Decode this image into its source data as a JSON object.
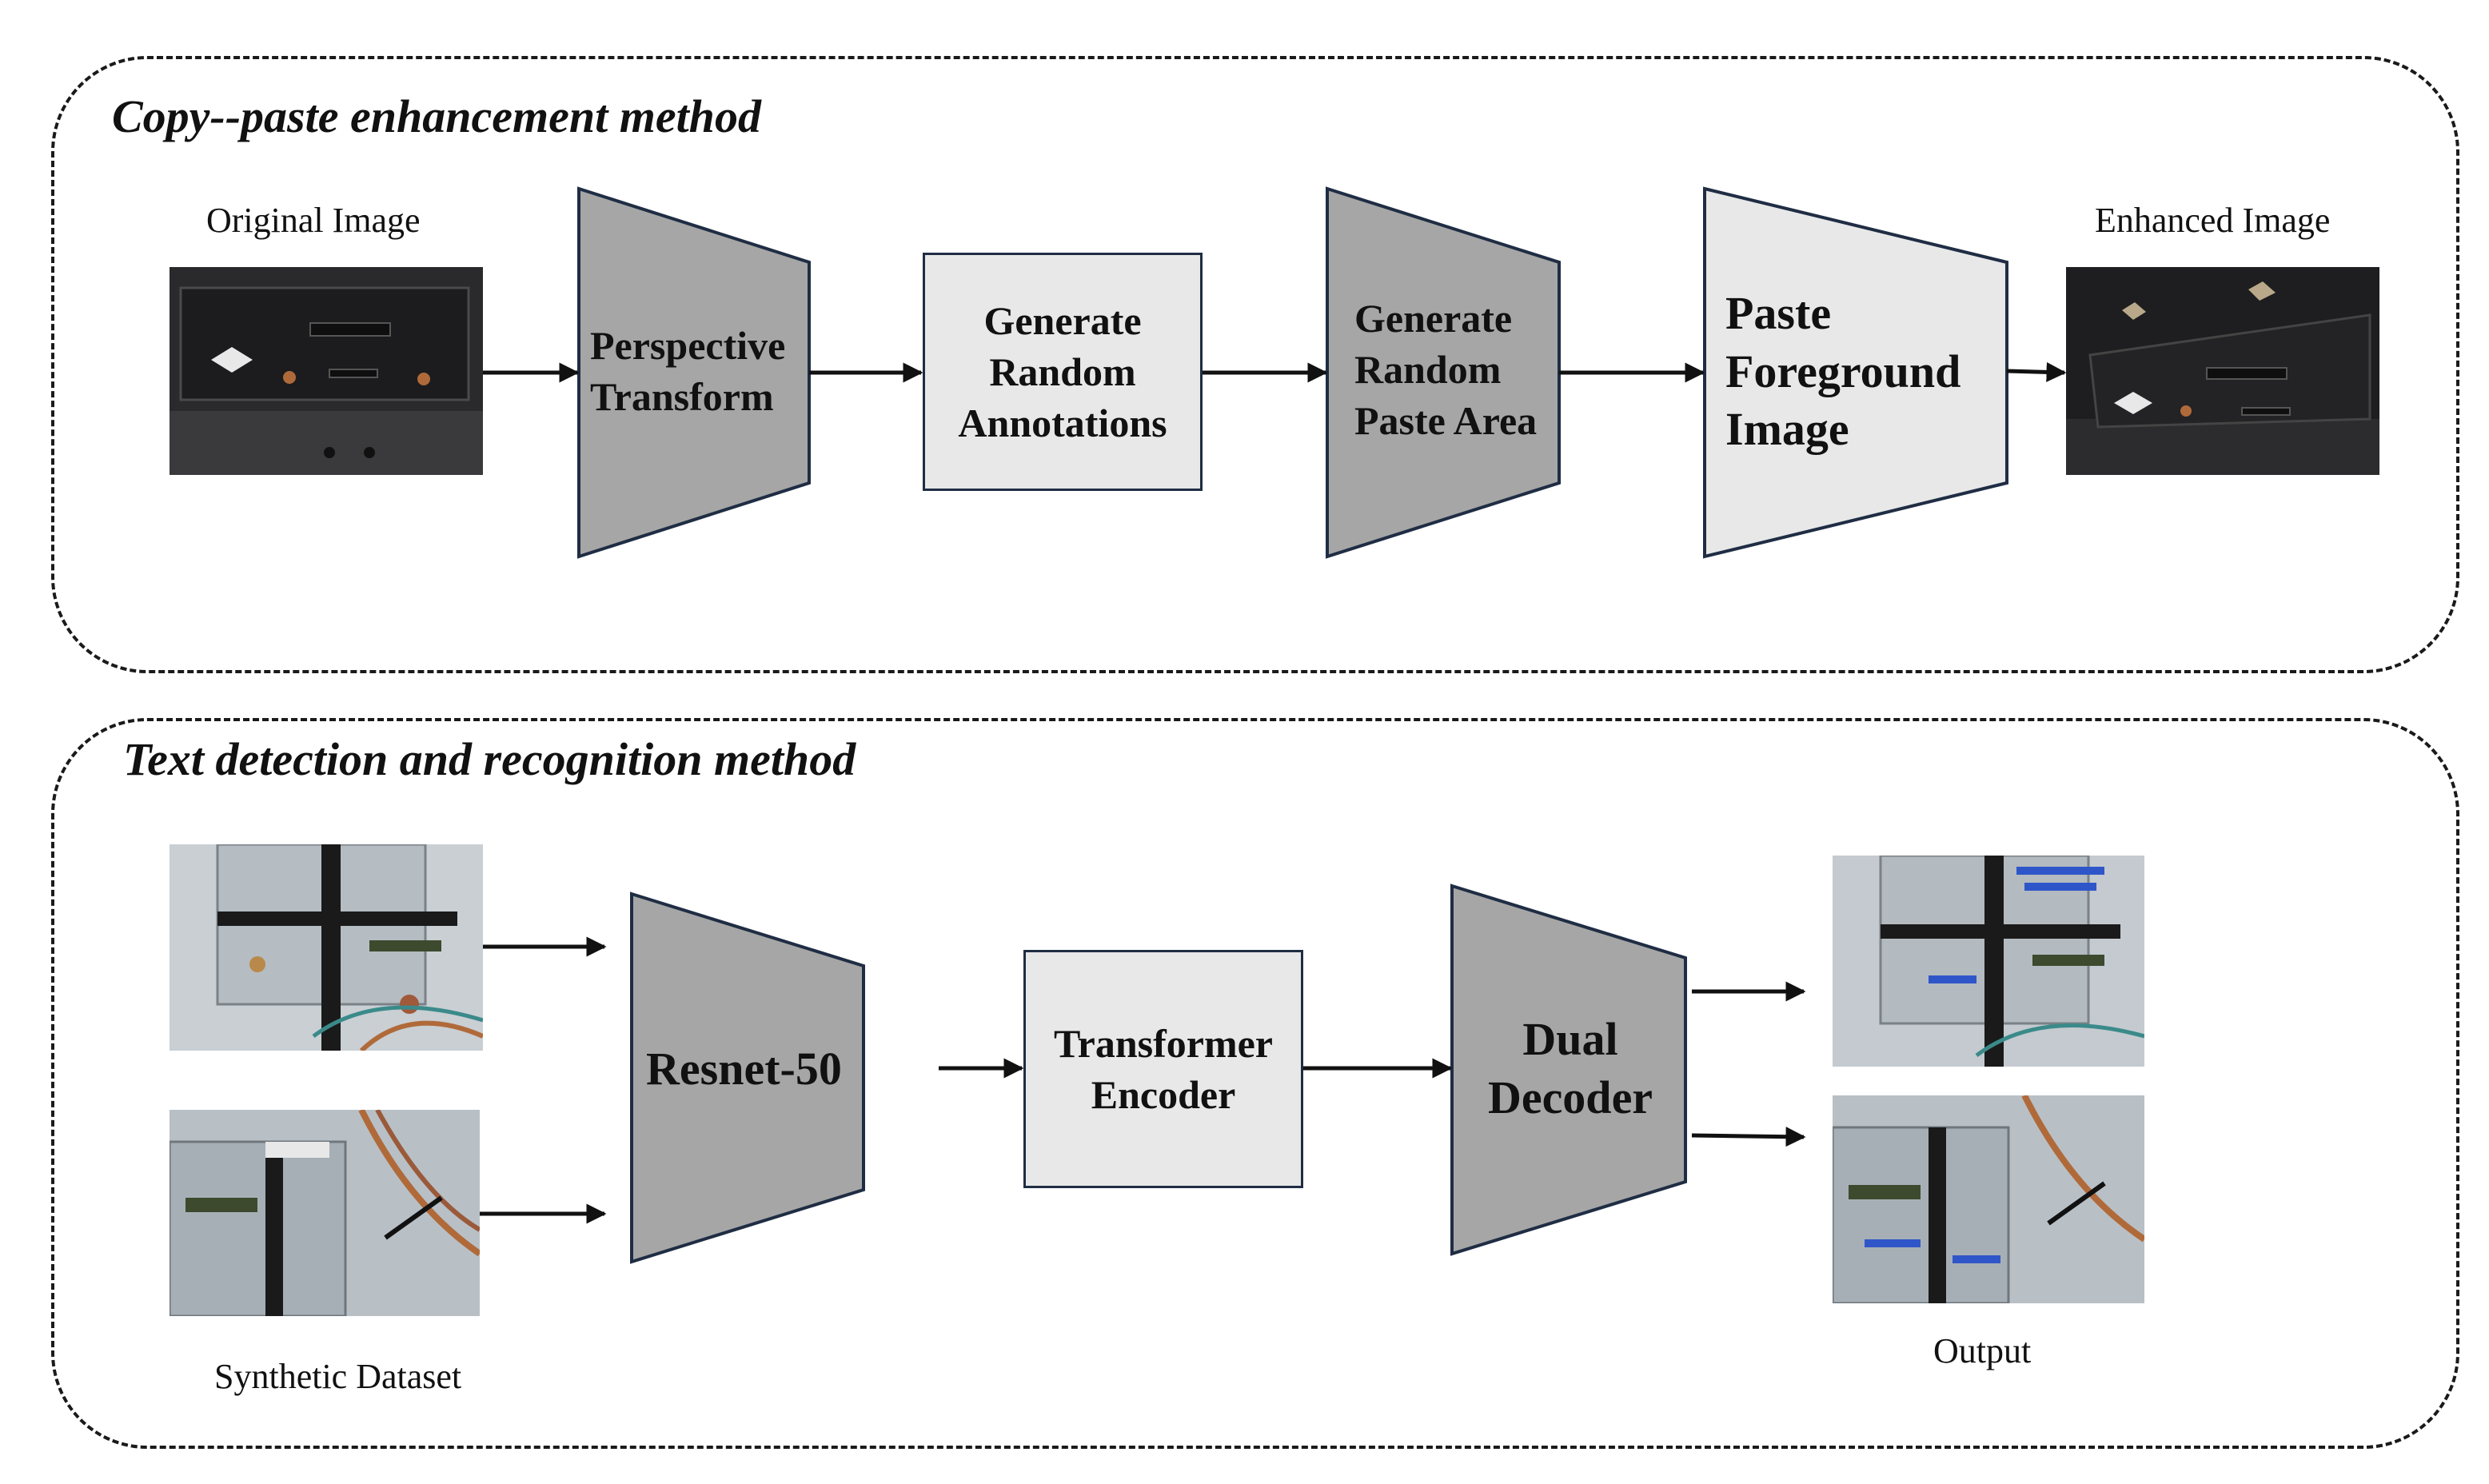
{
  "sections": {
    "top_title": "Copy--paste enhancement method",
    "bottom_title": "Text detection and recognition method"
  },
  "captions": {
    "original_image": "Original Image",
    "enhanced_image": "Enhanced Image",
    "synthetic_dataset": "Synthetic Dataset",
    "output": "Output"
  },
  "blocks": {
    "perspective_transform": "Perspective\nTransform",
    "generate_random_annotations": "Generate\nRandom\nAnnotations",
    "generate_random_paste_area": "Generate\nRandom\nPaste Area",
    "paste_foreground_image": "Paste\nForeground\nImage",
    "resnet50": "Resnet-50",
    "transformer_encoder": "Transformer\nEncoder",
    "dual_decoder": "Dual\nDecoder"
  },
  "colors": {
    "dark_block_fill": "#a6a6a6",
    "light_block_fill": "#e8e8e8",
    "block_stroke": "#1f2d44",
    "arrow": "#111111"
  }
}
